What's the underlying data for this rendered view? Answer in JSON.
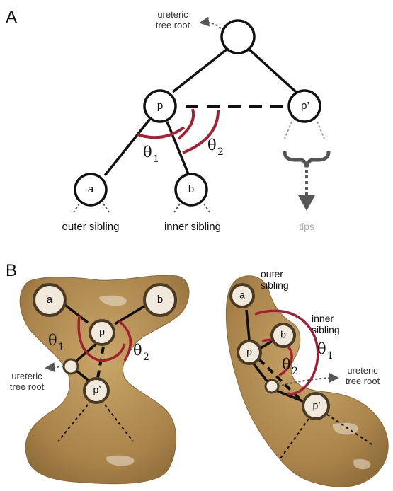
{
  "panels": {
    "a": {
      "label": "A"
    },
    "b": {
      "label": "B"
    }
  },
  "nodes": {
    "p": "p",
    "p_prime": "p’",
    "a": "a",
    "b": "b"
  },
  "captions": {
    "outer_sibling": "outer sibling",
    "inner_sibling": "inner sibling",
    "tips": "tips",
    "ureteric_line1": "ureteric",
    "ureteric_line2": "tree root",
    "outer_line1": "outer",
    "outer_line2": "sibling",
    "inner_line1": "inner",
    "inner_line2": "sibling"
  },
  "angles": {
    "theta_symbol": "θ",
    "theta1_sub": "1",
    "theta2_sub": "2"
  },
  "colors": {
    "angle_arc": "#a31f33",
    "edge": "#111111",
    "tips_gray": "#a9a9a9",
    "tissue": "#b08a4e",
    "node_fill_b": "#f0e9dc"
  }
}
